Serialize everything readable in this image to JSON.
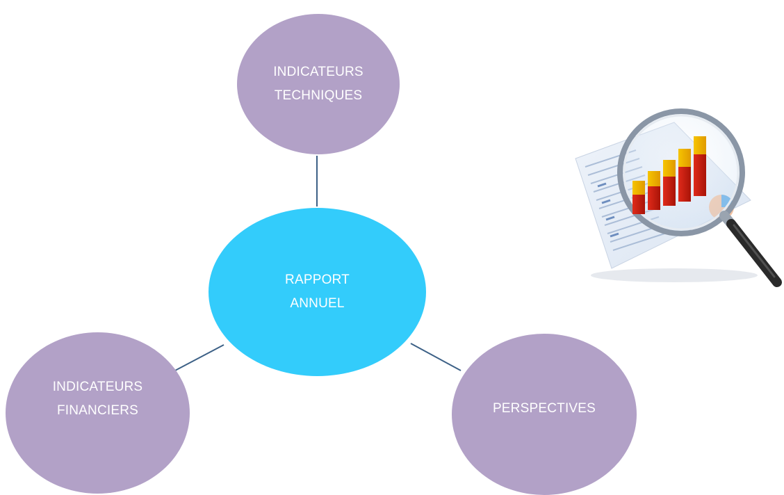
{
  "diagram": {
    "center": {
      "label": "RAPPORT\nANNUEL",
      "color": "#33ccfb"
    },
    "nodes": [
      {
        "id": "techniques",
        "label": "INDICATEURS\nTECHNIQUES",
        "color": "#b2a1c7"
      },
      {
        "id": "financiers",
        "label": "INDICATEURS\nFINANCIERS",
        "color": "#b2a1c7"
      },
      {
        "id": "perspectives",
        "label": "PERSPECTIVES",
        "color": "#b2a1c7"
      }
    ],
    "connector_color": "#3c6086"
  },
  "illustration": {
    "icon": "magnifier-over-report-chart-icon"
  }
}
